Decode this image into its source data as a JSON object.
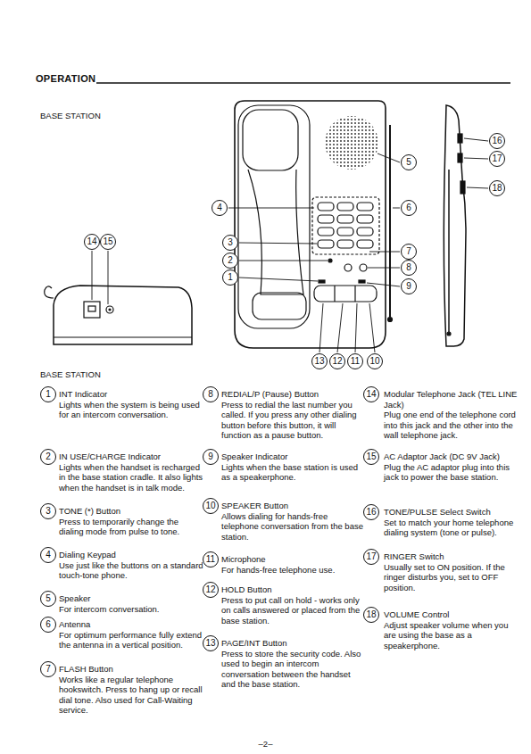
{
  "diagram": {
    "title": "OPERATION",
    "nodes": [
      {
        "text": [
          "14"
        ]
      },
      {
        "text": [
          "15"
        ]
      },
      {
        "text": [
          "16"
        ]
      },
      {
        "text": [
          "17"
        ]
      },
      {
        "text": [
          "5"
        ]
      },
      {
        "text": [
          "4"
        ]
      },
      {
        "text": [
          "6"
        ]
      },
      {
        "text": [
          "18"
        ]
      },
      {
        "text": [
          "3"
        ]
      },
      {
        "text": [
          "7"
        ]
      },
      {
        "text": [
          "2"
        ]
      },
      {
        "text": [
          "8"
        ]
      },
      {
        "text": [
          "1"
        ]
      },
      {
        "text": [
          "9"
        ]
      },
      {
        "text": [
          "13"
        ]
      },
      {
        "text": [
          "12"
        ]
      },
      {
        "text": [
          "11"
        ]
      },
      {
        "text": [
          "10"
        ]
      },
      {
        "text": [
          "1"
        ]
      },
      {
        "text": [
          "2"
        ]
      },
      {
        "text": [
          "3"
        ]
      },
      {
        "text": [
          "4"
        ]
      },
      {
        "text": [
          "5"
        ]
      },
      {
        "text": [
          "6"
        ]
      },
      {
        "text": [
          "7"
        ]
      },
      {
        "text": [
          "8"
        ]
      },
      {
        "text": [
          "9"
        ]
      },
      {
        "text": [
          "10"
        ]
      },
      {
        "text": [
          "11"
        ]
      },
      {
        "text": [
          "12"
        ]
      },
      {
        "text": [
          "13"
        ]
      },
      {
        "text": [
          "14"
        ]
      },
      {
        "text": [
          "15"
        ]
      },
      {
        "text": [
          "16"
        ]
      },
      {
        "text": [
          "17"
        ]
      },
      {
        "text": [
          "18"
        ]
      }
    ],
    "labels": [
      "BASE STATION",
      "BASE STATION",
      "INT Indicator",
      "Lights when the system is being used for an intercom conversation.",
      "IN USE/CHARGE Indicator",
      "Lights when the handset is recharged in the base station cradle. It also lights when the handset is in talk mode.",
      "TONE (*) Button",
      "Press to temporarily change the dialing mode from pulse to tone.",
      "Dialing Keypad",
      "Use just like the buttons on a standard touch-tone phone.",
      "Speaker",
      "For intercom conversation.",
      "Antenna",
      "For optimum performance fully extend the antenna in a vertical position.",
      "FLASH Button",
      "Works like a regular telephone hookswitch. Press to hang up or recall dial tone. Also used for Call-Waiting service.",
      "REDIAL/P (Pause) Button",
      "Press to redial the last number you called. If you press any other dialing button before this button, it will function as a pause button.",
      "Speaker Indicator",
      "Lights when the base station is used as a speakerphone.",
      "SPEAKER Button",
      "Allows dialing for hands-free telephone conversation from the base station.",
      "Microphone",
      "For hands-free telephone use.",
      "HOLD Button",
      "Press to put call on hold - works only on calls answered or placed from the base station.",
      "PAGE/INT Button",
      "Press to store the security code. Also used to begin an intercom conversation between the handset and the base station.",
      "Modular Telephone Jack (TEL LINE Jack)",
      "Plug one end of the telephone cord into this jack and the other into the wall telephone jack.",
      "AC Adaptor Jack (DC 9V Jack)",
      "Plug the AC adaptor plug into this jack to power the base station.",
      "TONE/PULSE Select Switch",
      "Set to match your home telephone dialing system (tone or pulse).",
      "RINGER Switch",
      "Usually set to ON position. If the ringer disturbs you, set to OFF position.",
      "VOLUME Control",
      "Adjust speaker volume when you are using the base as a speakerphone.",
      "–2–"
    ]
  }
}
